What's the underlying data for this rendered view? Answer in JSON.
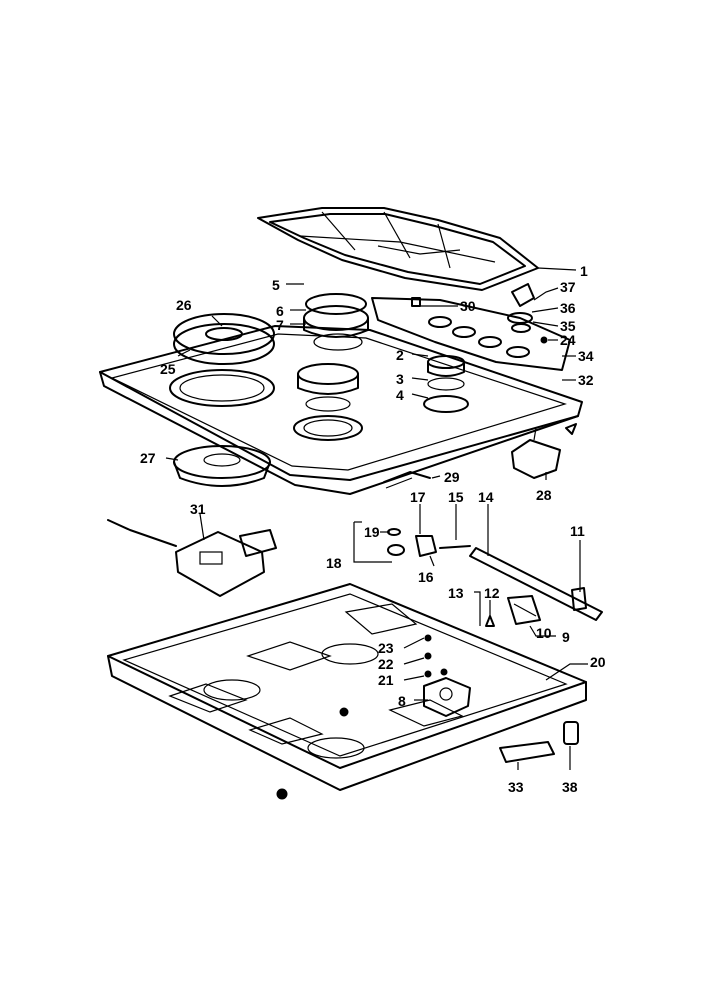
{
  "diagram": {
    "callouts": [
      {
        "id": "1",
        "text": "1"
      },
      {
        "id": "2",
        "text": "2"
      },
      {
        "id": "3",
        "text": "3"
      },
      {
        "id": "4",
        "text": "4"
      },
      {
        "id": "5",
        "text": "5"
      },
      {
        "id": "6",
        "text": "6"
      },
      {
        "id": "7",
        "text": "7"
      },
      {
        "id": "8",
        "text": "8"
      },
      {
        "id": "9",
        "text": "9"
      },
      {
        "id": "10",
        "text": "10"
      },
      {
        "id": "11",
        "text": "11"
      },
      {
        "id": "12",
        "text": "12"
      },
      {
        "id": "13",
        "text": "13"
      },
      {
        "id": "14",
        "text": "14"
      },
      {
        "id": "15",
        "text": "15"
      },
      {
        "id": "16",
        "text": "16"
      },
      {
        "id": "17",
        "text": "17"
      },
      {
        "id": "18",
        "text": "18"
      },
      {
        "id": "19",
        "text": "19"
      },
      {
        "id": "20",
        "text": "20"
      },
      {
        "id": "21",
        "text": "21"
      },
      {
        "id": "22",
        "text": "22"
      },
      {
        "id": "23",
        "text": "23"
      },
      {
        "id": "24",
        "text": "24"
      },
      {
        "id": "25",
        "text": "25"
      },
      {
        "id": "26",
        "text": "26"
      },
      {
        "id": "27",
        "text": "27"
      },
      {
        "id": "28",
        "text": "28"
      },
      {
        "id": "29",
        "text": "29"
      },
      {
        "id": "30",
        "text": "30"
      },
      {
        "id": "31",
        "text": "31"
      },
      {
        "id": "32",
        "text": "32"
      },
      {
        "id": "33",
        "text": "33"
      },
      {
        "id": "34",
        "text": "34"
      },
      {
        "id": "35",
        "text": "35"
      },
      {
        "id": "36",
        "text": "36"
      },
      {
        "id": "37",
        "text": "37"
      },
      {
        "id": "38",
        "text": "38"
      }
    ]
  }
}
